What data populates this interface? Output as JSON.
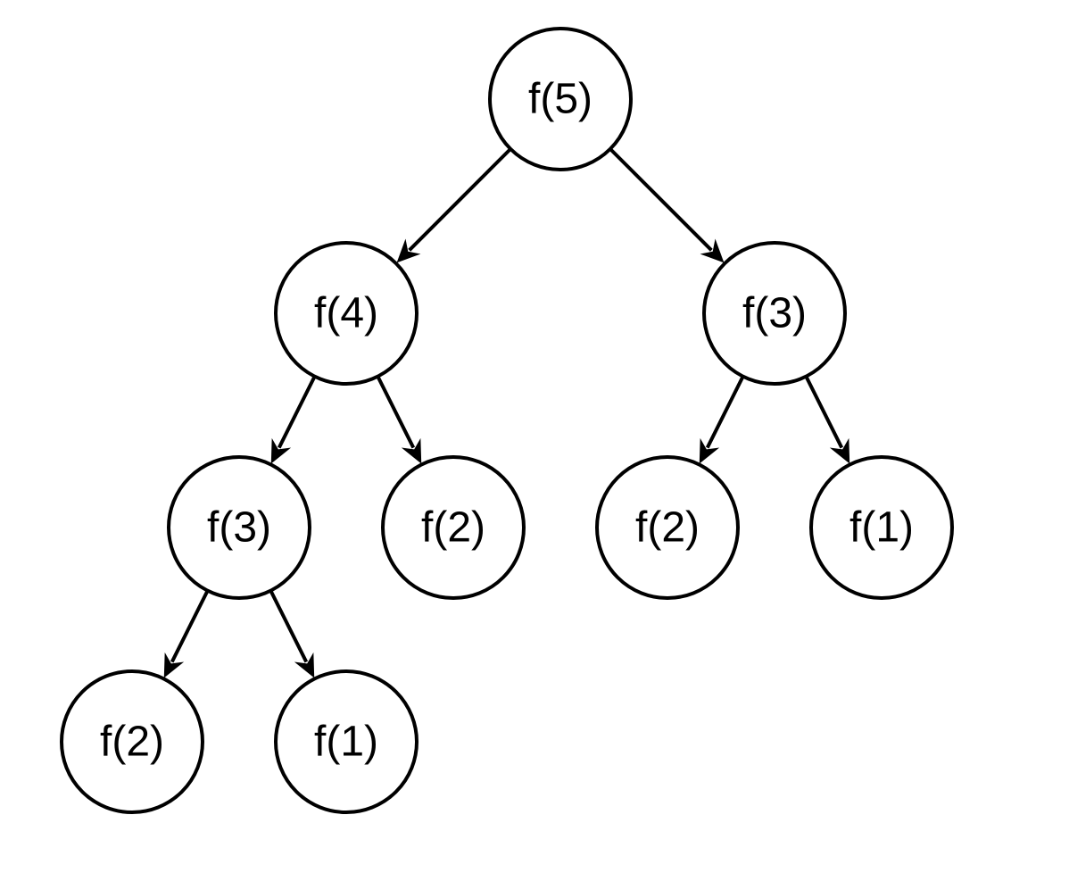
{
  "diagram": {
    "type": "recursion-tree",
    "nodes": [
      {
        "id": "n1",
        "label": "f(5)"
      },
      {
        "id": "n2",
        "label": "f(4)"
      },
      {
        "id": "n3",
        "label": "f(3)"
      },
      {
        "id": "n4",
        "label": "f(3)"
      },
      {
        "id": "n5",
        "label": "f(2)"
      },
      {
        "id": "n6",
        "label": "f(2)"
      },
      {
        "id": "n7",
        "label": "f(1)"
      },
      {
        "id": "n8",
        "label": "f(2)"
      },
      {
        "id": "n9",
        "label": "f(1)"
      }
    ],
    "edges": [
      {
        "from": "n1",
        "to": "n2"
      },
      {
        "from": "n1",
        "to": "n3"
      },
      {
        "from": "n2",
        "to": "n4"
      },
      {
        "from": "n2",
        "to": "n5"
      },
      {
        "from": "n3",
        "to": "n6"
      },
      {
        "from": "n3",
        "to": "n7"
      },
      {
        "from": "n4",
        "to": "n8"
      },
      {
        "from": "n4",
        "to": "n9"
      }
    ]
  }
}
